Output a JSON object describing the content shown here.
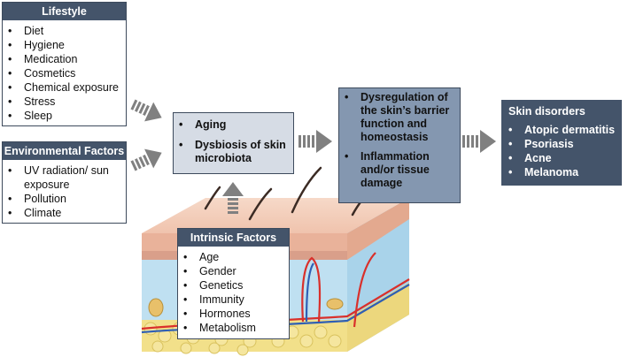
{
  "lifestyle": {
    "title": "Lifestyle",
    "items": [
      "Diet",
      "Hygiene",
      "Medication",
      "Cosmetics",
      "Chemical exposure",
      "Stress",
      "Sleep"
    ]
  },
  "environmental": {
    "title": "Environmental Factors",
    "items": [
      "UV radiation/ sun exposure",
      "Pollution",
      "Climate"
    ]
  },
  "aging_box": {
    "items": [
      "Aging",
      "Dysbiosis of skin microbiota"
    ]
  },
  "dysregulation_box": {
    "items": [
      "Dysregulation of the skin’s barrier function and homeostasis",
      "Inflammation and/or tissue damage"
    ]
  },
  "skin_disorders": {
    "title": "Skin disorders",
    "items": [
      "Atopic dermatitis",
      "Psoriasis",
      "Acne",
      "Melanoma"
    ]
  },
  "intrinsic": {
    "title": "Intrinsic Factors",
    "items": [
      "Age",
      "Gender",
      "Genetics",
      "Immunity",
      "Hormones",
      "Metabolism"
    ]
  },
  "colors": {
    "header": "#44546a",
    "light_box": "#d6dce5",
    "mid_box": "#8497b0",
    "arrow": "#808080"
  }
}
